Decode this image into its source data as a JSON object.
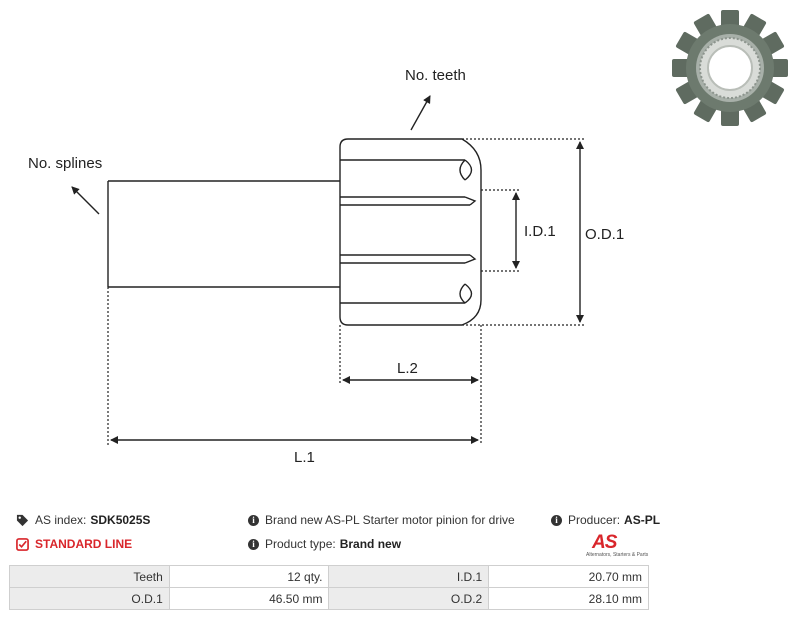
{
  "diagram": {
    "labels": {
      "no_teeth": "No. teeth",
      "no_splines": "No. splines",
      "id1": "I.D.1",
      "od1": "O.D.1",
      "l2": "L.2",
      "l1": "L.1"
    }
  },
  "info": {
    "as_index_label": "AS index:",
    "as_index_value": "SDK5025S",
    "standard_line": "STANDARD LINE",
    "description": "Brand new AS-PL Starter motor pinion for drive",
    "product_type_label": "Product type:",
    "product_type_value": "Brand new",
    "producer_label": "Producer:",
    "producer_value": "AS-PL"
  },
  "logo": {
    "text": "AS",
    "tagline": "Alternators, Starters & Parts"
  },
  "specs": {
    "rows": [
      {
        "k1": "Teeth",
        "v1": "12 qty.",
        "k2": "I.D.1",
        "v2": "20.70 mm"
      },
      {
        "k1": "O.D.1",
        "v1": "46.50 mm",
        "k2": "O.D.2",
        "v2": "28.10 mm"
      }
    ]
  },
  "colors": {
    "accent": "#d9262b",
    "gear": "#5f6b60"
  }
}
